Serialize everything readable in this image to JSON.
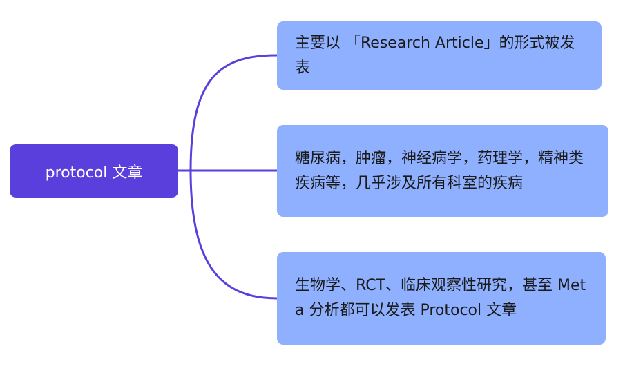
{
  "colors": {
    "root_fill": "#5a3fdc",
    "child_fill": "#8fb0ff",
    "connector": "#5a3fdc",
    "background": "#ffffff"
  },
  "root": {
    "label": "protocol 文章"
  },
  "children": [
    {
      "label": "主要以 「Research Article」的形式被发表"
    },
    {
      "label": "糖尿病，肿瘤，神经病学，药理学，精神类疾病等，几乎涉及所有科室的疾病"
    },
    {
      "label": "生物学、RCT、临床观察性研究，甚至 Meta 分析都可以发表 Protocol 文章"
    }
  ]
}
